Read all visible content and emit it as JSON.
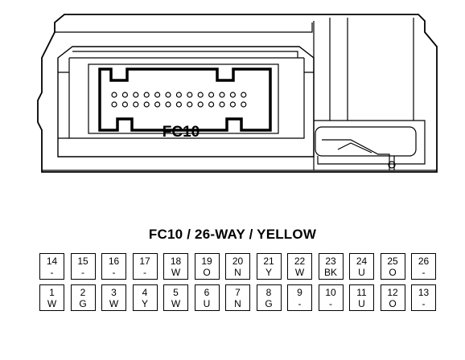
{
  "connector": {
    "label": "FC10",
    "cavity_rows": 2,
    "cavity_columns": 13
  },
  "pinout": {
    "title": "FC10 / 26-WAY / YELLOW",
    "top_row": [
      {
        "pin": "14",
        "wire": "-"
      },
      {
        "pin": "15",
        "wire": "-"
      },
      {
        "pin": "16",
        "wire": "-"
      },
      {
        "pin": "17",
        "wire": "-"
      },
      {
        "pin": "18",
        "wire": "W"
      },
      {
        "pin": "19",
        "wire": "O"
      },
      {
        "pin": "20",
        "wire": "N"
      },
      {
        "pin": "21",
        "wire": "Y"
      },
      {
        "pin": "22",
        "wire": "W"
      },
      {
        "pin": "23",
        "wire": "BK"
      },
      {
        "pin": "24",
        "wire": "U"
      },
      {
        "pin": "25",
        "wire": "O"
      },
      {
        "pin": "26",
        "wire": "-"
      }
    ],
    "bottom_row": [
      {
        "pin": "1",
        "wire": "W"
      },
      {
        "pin": "2",
        "wire": "G"
      },
      {
        "pin": "3",
        "wire": "W"
      },
      {
        "pin": "4",
        "wire": "Y"
      },
      {
        "pin": "5",
        "wire": "W"
      },
      {
        "pin": "6",
        "wire": "U"
      },
      {
        "pin": "7",
        "wire": "N"
      },
      {
        "pin": "8",
        "wire": "G"
      },
      {
        "pin": "9",
        "wire": "-"
      },
      {
        "pin": "10",
        "wire": "-"
      },
      {
        "pin": "11",
        "wire": "U"
      },
      {
        "pin": "12",
        "wire": "O"
      },
      {
        "pin": "13",
        "wire": "-"
      }
    ]
  }
}
